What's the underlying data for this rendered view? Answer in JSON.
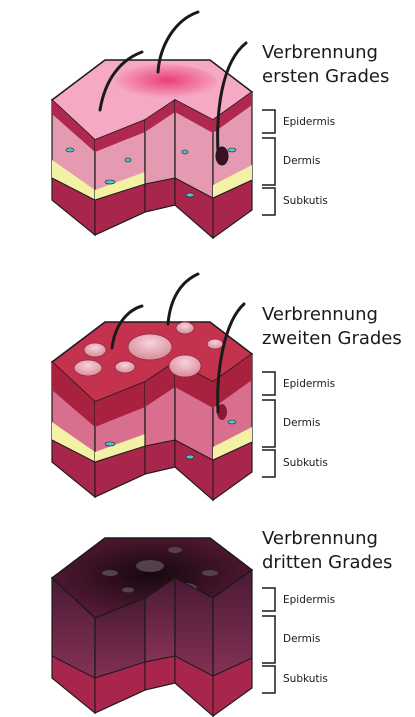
{
  "panels": [
    {
      "title_line1": "Verbrennung",
      "title_line2": "ersten Grades",
      "labels": {
        "epidermis": "Epidermis",
        "dermis": "Dermis",
        "subkutis": "Subkutis"
      }
    },
    {
      "title_line1": "Verbrennung",
      "title_line2": "zweiten Grades",
      "labels": {
        "epidermis": "Epidermis",
        "dermis": "Dermis",
        "subkutis": "Subkutis"
      }
    },
    {
      "title_line1": "Verbrennung",
      "title_line2": "dritten Grades",
      "labels": {
        "epidermis": "Epidermis",
        "dermis": "Dermis",
        "subkutis": "Subkutis"
      }
    }
  ],
  "colors": {
    "skin_top_1": "#f6a9c4",
    "skin_top_2": "#c4324e",
    "skin_top_3": "#3a0f24",
    "epidermis": "#b0284f",
    "dermis": "#e59ab1",
    "fat": "#f3f1a5",
    "subkutis": "#a8264b",
    "vessel": "#52c3cf",
    "outline": "#1a1a1a"
  }
}
